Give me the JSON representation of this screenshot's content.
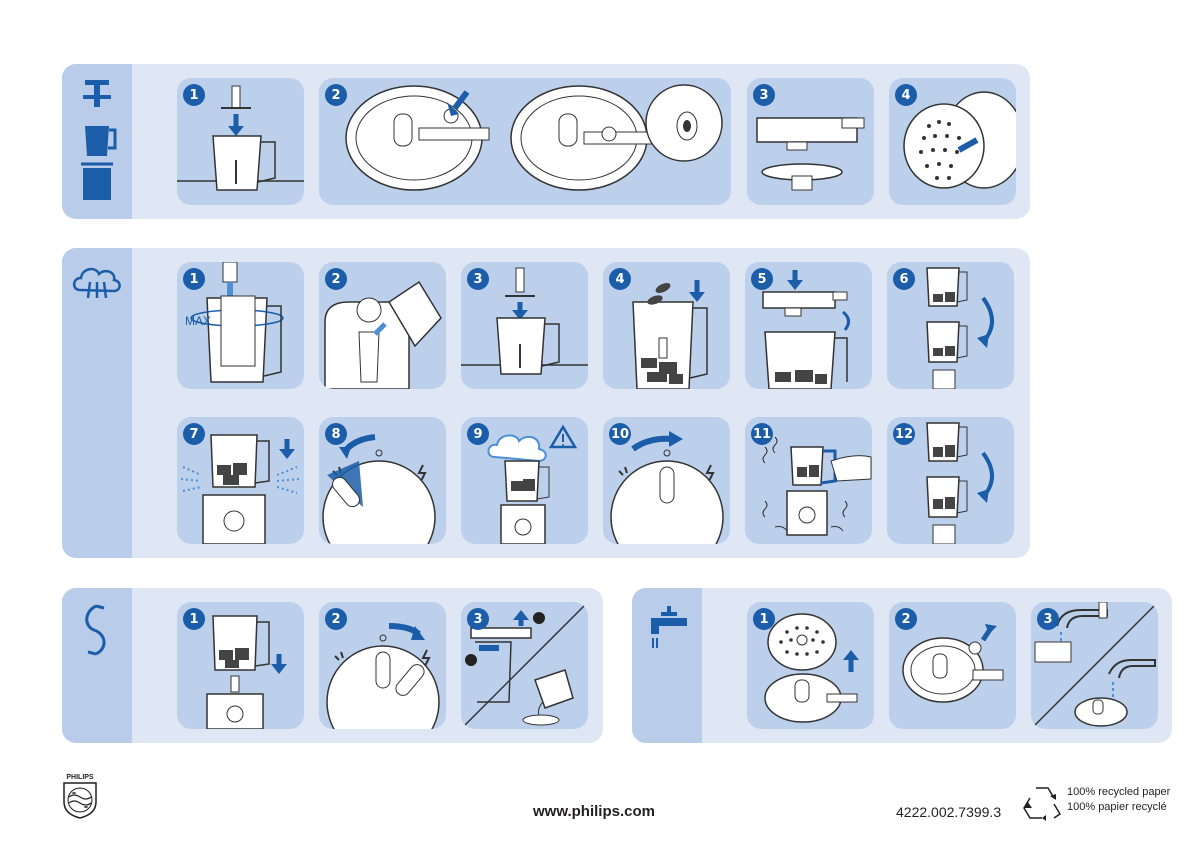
{
  "sections": {
    "assembly": {
      "icon": "blade-jar-assembly-icon",
      "steps": [
        "1",
        "2",
        "3",
        "4"
      ]
    },
    "steaming": {
      "icon": "steam-icon",
      "steps": [
        "1",
        "2",
        "3",
        "4",
        "5",
        "6",
        "7",
        "8",
        "9",
        "10",
        "11",
        "12"
      ],
      "max_label": "MAX"
    },
    "blending": {
      "icon": "blend-icon",
      "steps": [
        "1",
        "2",
        "3"
      ]
    },
    "cleaning": {
      "icon": "water-tap-icon",
      "steps": [
        "1",
        "2",
        "3"
      ]
    }
  },
  "footer": {
    "brand": "PHILIPS",
    "website": "www.philips.com",
    "doc_number": "4222.002.7399.3",
    "recycled_en": "100% recycled paper",
    "recycled_fr": "100% papier recyclé"
  },
  "colors": {
    "section_bg": "#dfe7f5",
    "sidebar_bg": "#b9cce9",
    "panel_bg": "#bcd0ec",
    "accent": "#1b5da8"
  }
}
